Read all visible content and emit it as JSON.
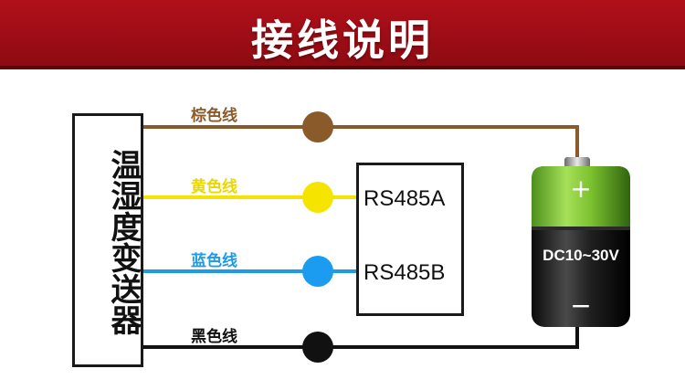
{
  "header": {
    "title": "接线说明"
  },
  "device": {
    "name": "温湿度变送器"
  },
  "wires": [
    {
      "label": "棕色线",
      "color": "#8b5a2b",
      "node_color": "#8b5a2b"
    },
    {
      "label": "黄色线",
      "color": "#f2e300",
      "node_color": "#f5e400"
    },
    {
      "label": "蓝色线",
      "color": "#1f9be6",
      "node_color": "#1c9cf0"
    },
    {
      "label": "黑色线",
      "color": "#111111",
      "node_color": "#111111"
    }
  ],
  "terminals": {
    "a": "RS485A",
    "b": "RS485B"
  },
  "battery": {
    "plus": "+",
    "minus": "−",
    "voltage": "DC10~30V"
  },
  "colors": {
    "banner": "#a30f17",
    "label_brown": "#8b5a2b",
    "label_yellow": "#e8d800",
    "label_blue": "#1f9be6",
    "label_black": "#111111"
  }
}
